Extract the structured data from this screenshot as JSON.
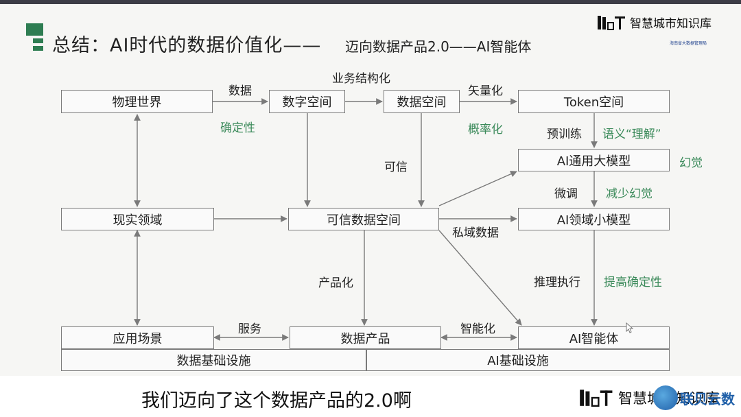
{
  "slide": {
    "title": "总结：AI时代的数据价值化——",
    "subtitle": "迈向数据产品2.0——AI智能体",
    "brand_text": "智慧城市知识库",
    "small_note": "海南省大数据管理局"
  },
  "diagram": {
    "boxes": {
      "physical_world": "物理世界",
      "digital_space": "数字空间",
      "data_space": "数据空间",
      "token_space": "Token空间",
      "ai_general_model": "AI通用大模型",
      "reality_domain": "现实领域",
      "trusted_data_space": "可信数据空间",
      "ai_domain_model": "AI领域小模型",
      "application_scenario": "应用场景",
      "data_product": "数据产品",
      "ai_agent": "AI智能体",
      "data_infra": "数据基础设施",
      "ai_infra": "AI基础设施"
    },
    "labels": {
      "data": "数据",
      "certainty": "确定性",
      "business_structuring": "业务结构化",
      "vectorization": "矢量化",
      "probabilistic": "概率化",
      "pretraining": "预训练",
      "semantic_understanding": "语义“理解”",
      "hallucination": "幻觉",
      "trusted": "可信",
      "fine_tuning": "微调",
      "reduce_hallucination": "减少幻觉",
      "private_data": "私域数据",
      "productization": "产品化",
      "inference_execution": "推理执行",
      "improve_certainty": "提高确定性",
      "service": "服务",
      "intelligentization": "智能化"
    }
  },
  "caption": {
    "text": "我们迈向了这个数据产品的2.0啊",
    "brand_text": "智慧城市知识库",
    "watermark": "联贝云数"
  },
  "colors": {
    "accent_green": "#2e7d52",
    "label_green": "#3b8a5a",
    "arrow": "#7a7a7a"
  },
  "icons": [
    "iot-logo-icon",
    "title-decoration-icon",
    "watermark-globe-icon"
  ]
}
